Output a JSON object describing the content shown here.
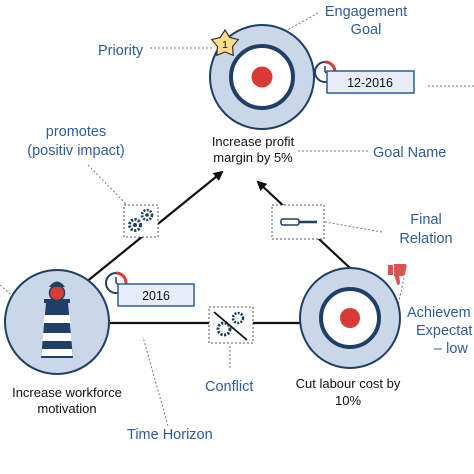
{
  "colors": {
    "annotation_text": "#2e5b9a",
    "target_outer": "#c9d7e8",
    "target_ring": "#1f3f66",
    "target_bullseye": "#d93a33",
    "info_box_fill": "#e6edf7",
    "thumb_down": "#d9534f"
  },
  "annotations": {
    "engagement_goal_1": "Engagement",
    "engagement_goal_2": "Goal",
    "priority": "Priority",
    "promotes_1": "promotes",
    "promotes_2": "(positiv impact)",
    "goal_name": "Goal Name",
    "final_relation_1": "Final",
    "final_relation_2": "Relation",
    "achievement_1": "Achievem",
    "achievement_2": "Expectat",
    "achievement_3": "– low",
    "conflict": "Conflict",
    "time_horizon": "Time Horizon"
  },
  "goals": {
    "top": {
      "label_1": "Increase profit",
      "label_2": "margin by 5%",
      "priority_value": "1",
      "date": "12-2016",
      "icon": "bullseye-target-icon"
    },
    "left": {
      "label_1": "Increase workforce",
      "label_2": "motivation",
      "date": "2016",
      "icon": "lighthouse-icon"
    },
    "right": {
      "label_1": "Cut labour cost by",
      "label_2": "10%",
      "icon": "bullseye-target-icon",
      "achievement_icon": "thumbs-down-icon"
    }
  },
  "relations": [
    {
      "from": "left",
      "to": "top",
      "type": "promotes",
      "icon": "gears-icon"
    },
    {
      "from": "right",
      "to": "top",
      "type": "final",
      "icon": "screwdriver-icon"
    },
    {
      "from": "left",
      "to": "right",
      "type": "conflict",
      "icon": "crossed-gears-icon"
    }
  ]
}
